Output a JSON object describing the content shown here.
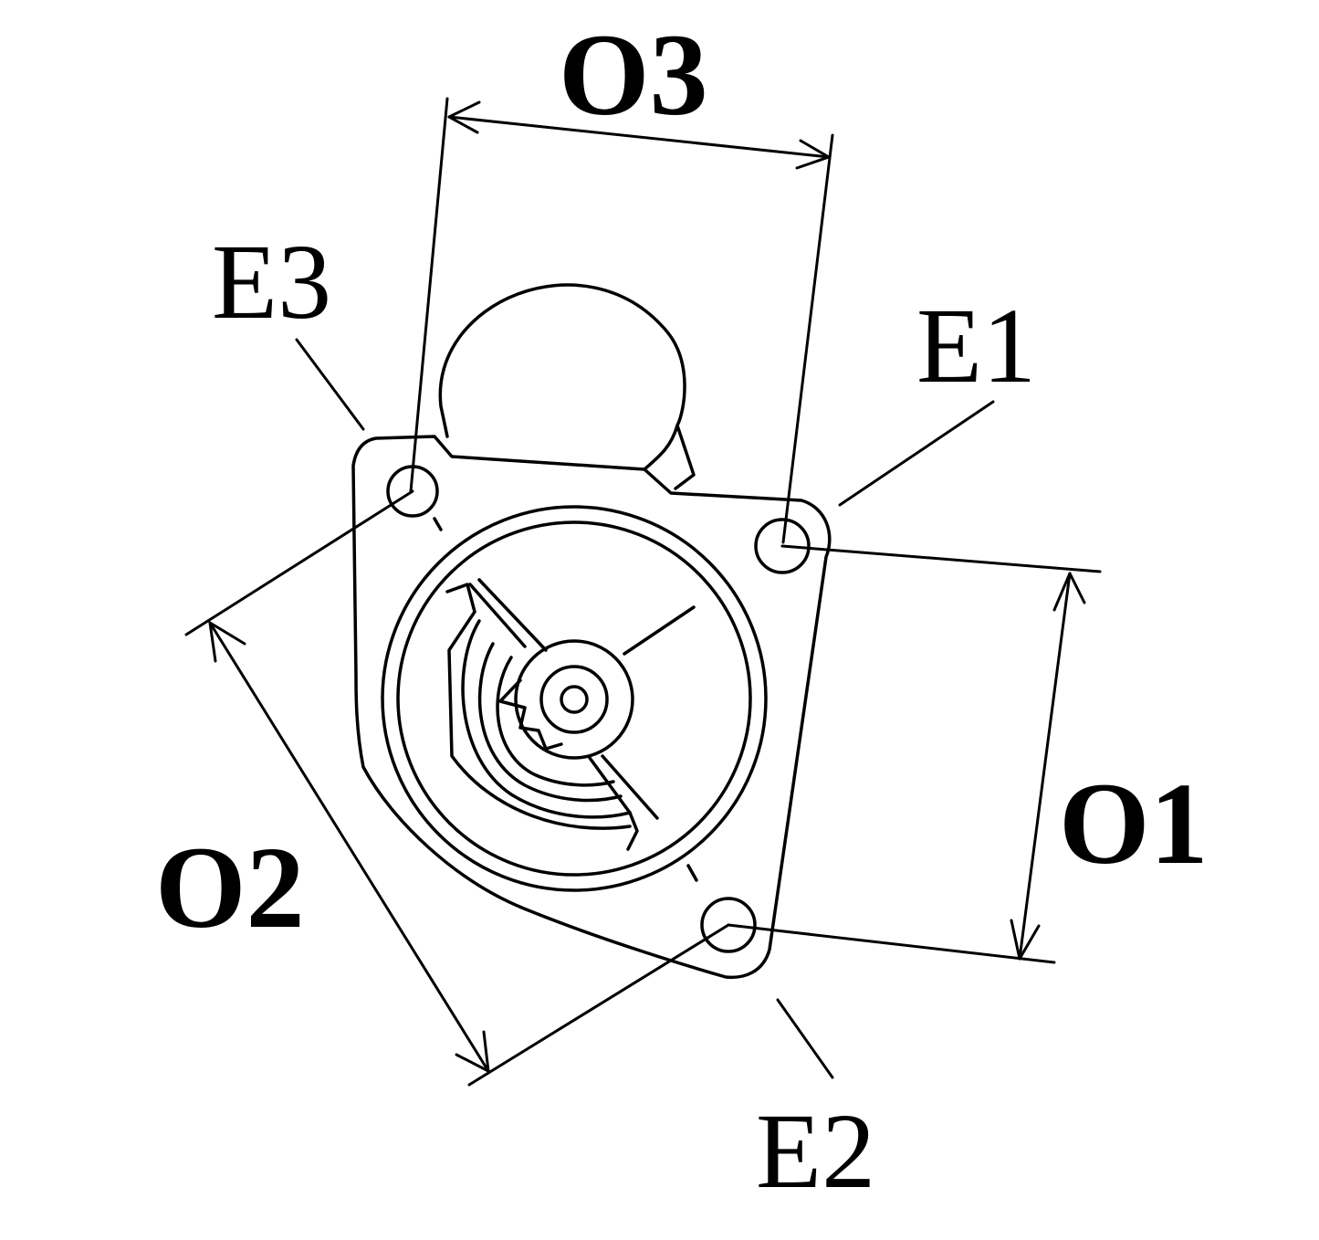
{
  "labels": {
    "o1": "O1",
    "o2": "O2",
    "o3": "O3",
    "e1": "E1",
    "e2": "E2",
    "e3": "E3"
  },
  "colors": {
    "line": "#000000",
    "background": "#ffffff"
  }
}
